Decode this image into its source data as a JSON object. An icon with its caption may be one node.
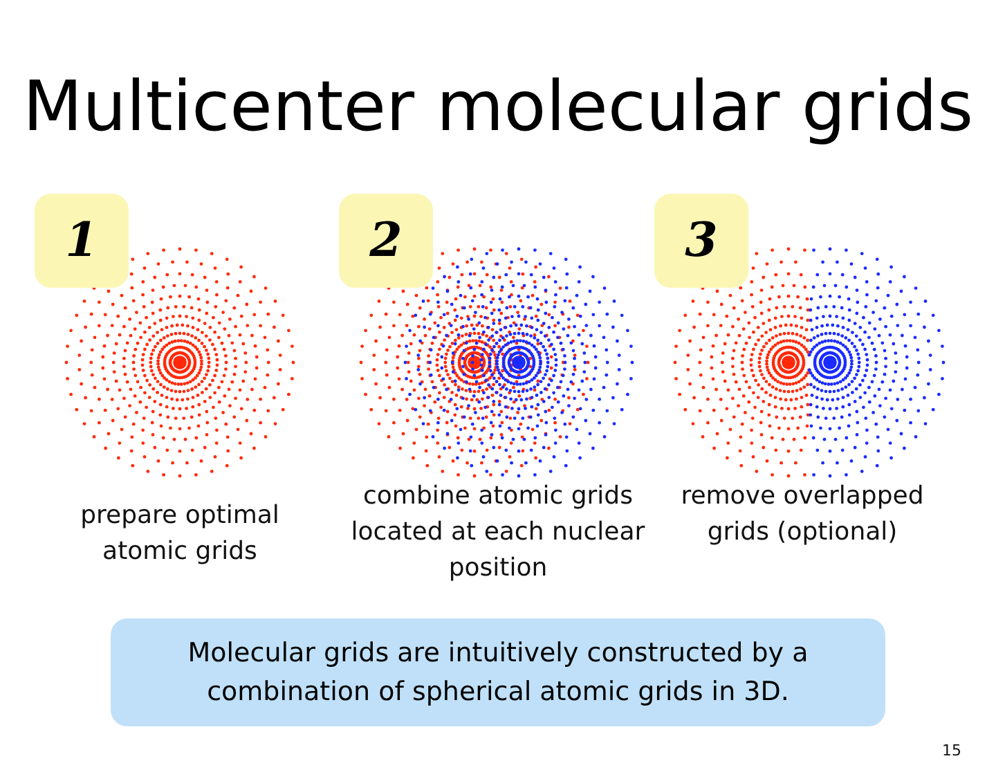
{
  "diagram": {
    "title": "Multicenter molecular grids",
    "nodes": [
      {
        "text": [
          "1"
        ]
      },
      {
        "text": [
          "2"
        ]
      },
      {
        "text": [
          "3"
        ]
      },
      {
        "text": [
          "Molecular grids are intuitively constructed by a combination of spherical atomic grids in 3D."
        ]
      }
    ],
    "labels": [
      "prepare optimal atomic grids",
      "combine atomic grids located at each nuclear position",
      "remove overlapped grids (optional)",
      "15"
    ]
  }
}
